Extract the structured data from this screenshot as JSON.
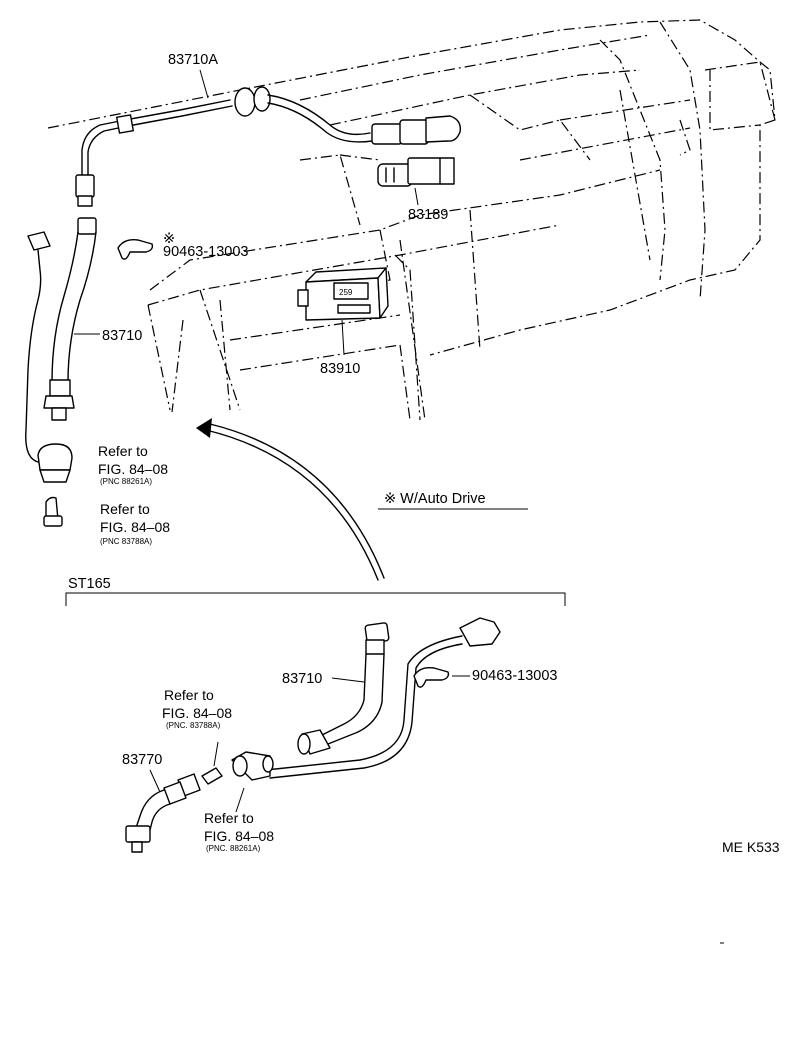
{
  "labels": {
    "p83710A": "83710A",
    "p83189": "83189",
    "note_mark": "※",
    "p90463_top": "90463-13003",
    "p83710_top": "83710",
    "p83910": "83910",
    "unit_display": "259",
    "ref1_line1": "Refer to",
    "ref1_line2": "FIG. 84–08",
    "ref1_line3": "(PNC 88261A)",
    "ref2_line1": "Refer to",
    "ref2_line2": "FIG. 84–08",
    "ref2_line3": "(PNC 83788A)",
    "auto_drive": "※  W/Auto Drive",
    "st165": "ST165",
    "p83710_bottom": "83710",
    "p90463_bottom": "90463-13003",
    "ref3_line1": "Refer to",
    "ref3_line2": "FIG. 84–08",
    "ref3_line3": "(PNC. 83788A)",
    "p83770": "83770",
    "ref4_line1": "Refer to",
    "ref4_line2": "FIG. 84–08",
    "ref4_line3": "(PNC. 88261A)",
    "code": "ME K533"
  }
}
